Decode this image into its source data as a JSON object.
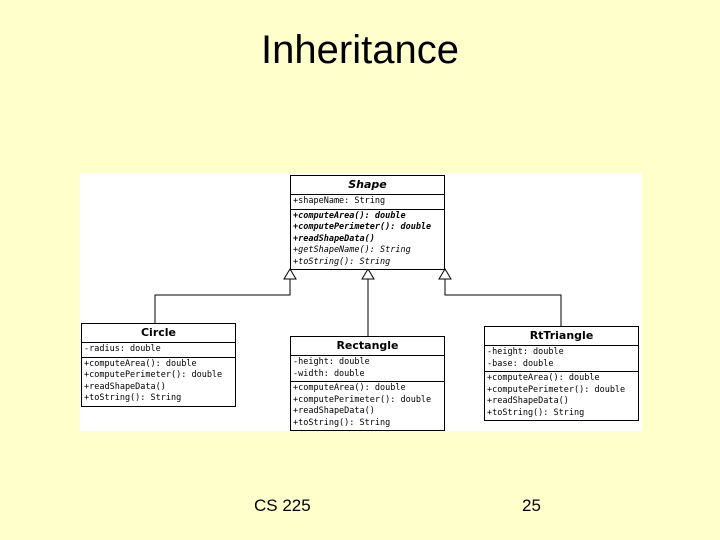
{
  "slide": {
    "title": "Inheritance",
    "footer": "CS 225",
    "page_number": "25"
  },
  "diagram": {
    "shape": {
      "name": "Shape",
      "attributes": [
        "+shapeName: String"
      ],
      "operations": [
        "+computeArea(): double",
        "+computePerimeter(): double",
        "+readShapeData()",
        "+getShapeName(): String",
        "+toString(): String"
      ]
    },
    "circle": {
      "name": "Circle",
      "attributes": [
        "-radius: double"
      ],
      "operations": [
        "+computeArea(): double",
        "+computePerimeter(): double",
        "+readShapeData()",
        "+toString(): String"
      ]
    },
    "rectangle": {
      "name": "Rectangle",
      "attributes": [
        "-height: double",
        "-width: double"
      ],
      "operations": [
        "+computeArea(): double",
        "+computePerimeter(): double",
        "+readShapeData()",
        "+toString(): String"
      ]
    },
    "rttriangle": {
      "name": "RtTriangle",
      "attributes": [
        "-height: double",
        "-base: double"
      ],
      "operations": [
        "+computeArea(): double",
        "+computePerimeter(): double",
        "+readShapeData()",
        "+toString(): String"
      ]
    }
  }
}
